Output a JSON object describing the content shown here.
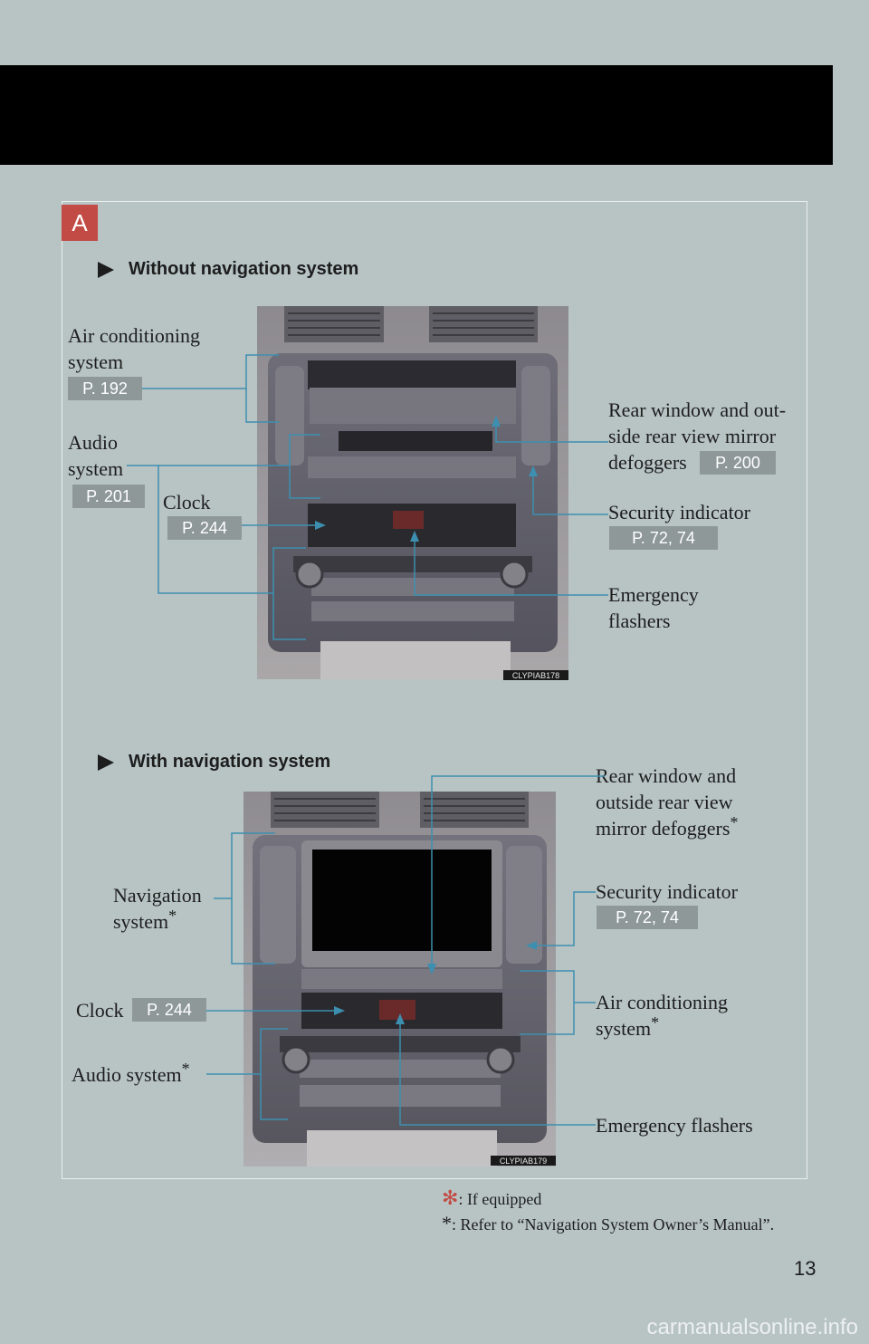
{
  "section_tab": "A",
  "without_nav": {
    "heading": "Without navigation system",
    "air_conditioning": {
      "line1": "Air conditioning",
      "line2": "system",
      "page": "P. 192"
    },
    "audio": {
      "line1": "Audio",
      "line2": "system",
      "page": "P. 201"
    },
    "clock": {
      "label": "Clock",
      "page": "P. 244"
    },
    "rear_window": {
      "line1": "Rear window and out-",
      "line2": "side rear view mirror",
      "line3": "defoggers",
      "page": "P. 200"
    },
    "security": {
      "label": "Security indicator",
      "page": "P. 72, 74"
    },
    "emergency": {
      "line1": "Emergency",
      "line2": "flashers"
    },
    "image_code": "CLYPIAB178"
  },
  "with_nav": {
    "heading": "With navigation system",
    "navigation": {
      "line1": "Navigation",
      "line2": "system",
      "mark": "*"
    },
    "clock": {
      "label": "Clock",
      "page": "P. 244"
    },
    "audio": {
      "label": "Audio system",
      "mark": "*"
    },
    "rear_window": {
      "line1": "Rear window and",
      "line2": "outside rear view",
      "line3": "mirror defoggers",
      "mark": "*"
    },
    "security": {
      "label": "Security indicator",
      "page": "P. 72, 74"
    },
    "air_conditioning": {
      "line1": "Air conditioning",
      "line2": "system",
      "mark": "*"
    },
    "emergency": {
      "label": "Emergency flashers"
    },
    "image_code": "CLYPIAB179"
  },
  "footnotes": {
    "equipped_mark": "✻",
    "equipped": ": If equipped",
    "refer_mark": "*",
    "refer": ": Refer to “Navigation System Owner’s Manual”."
  },
  "page_number": "13",
  "watermark": "carmanualsonline.info",
  "colors": {
    "accent": "#c24b45",
    "leader_line": "#3d8fb0",
    "pill": "#8e9899",
    "background": "#b8c4c4"
  }
}
